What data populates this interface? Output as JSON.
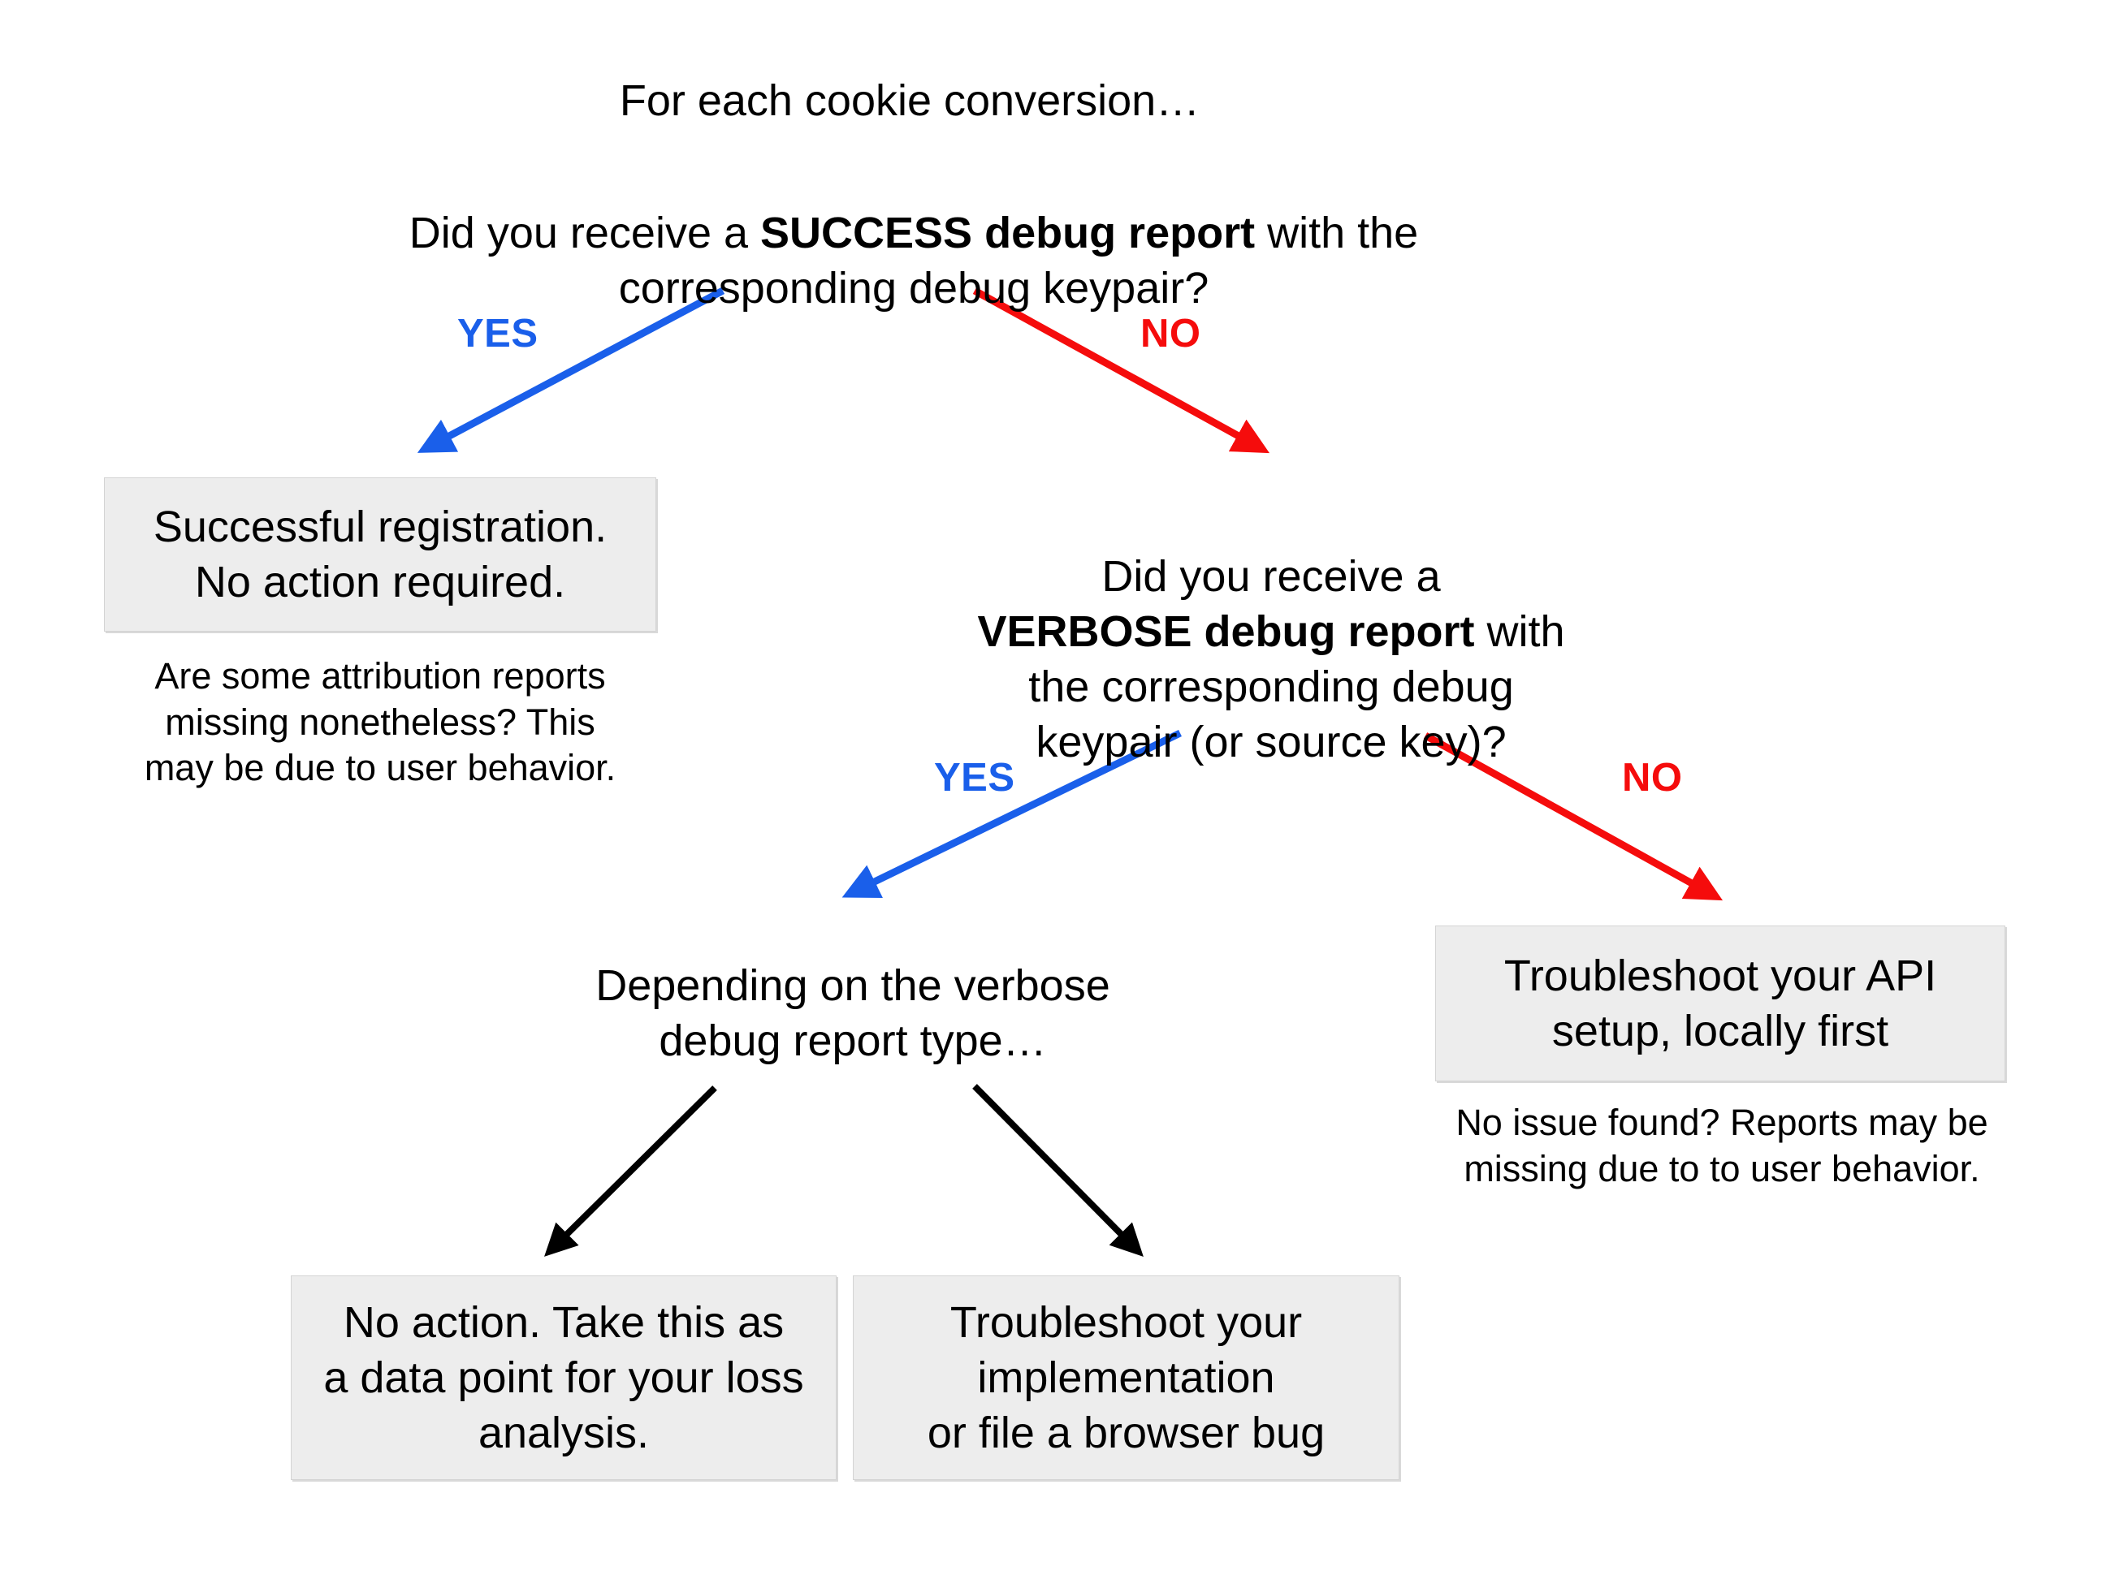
{
  "diagram": {
    "title_text": "For each cookie conversion…",
    "type": "decision-flowchart",
    "colors": {
      "yes_edge": "#1a5fea",
      "no_edge": "#f50c0c",
      "neutral_edge": "#000000",
      "box_fill": "#ededed",
      "box_border": "#d4d4d4",
      "background": "#ffffff",
      "text": "#000000"
    },
    "nodes": {
      "intro": {
        "text": "For each cookie conversion…"
      },
      "question1": {
        "text_before": "Did you receive a ",
        "bold": "SUCCESS debug report",
        "text_after": " with the\ncorresponding debug keypair?"
      },
      "success_box": {
        "text": "Successful registration.\nNo action required."
      },
      "success_note": {
        "text": "Are some attribution reports\nmissing nonetheless? This\nmay be due to user behavior."
      },
      "question2": {
        "text_before": "Did you receive a\n",
        "bold": "VERBOSE debug report",
        "text_after": " with\nthe corresponding debug\nkeypair (or source key)?"
      },
      "api_box": {
        "text": "Troubleshoot your API\nsetup, locally first"
      },
      "api_note": {
        "text": "No issue found? Reports may be\nmissing due to to user behavior."
      },
      "depending": {
        "text": "Depending on the verbose\ndebug report type…"
      },
      "no_action_box": {
        "text": "No action. Take this as\na data point for your loss\nanalysis."
      },
      "browser_bug_box": {
        "text": "Troubleshoot your\nimplementation\nor file a browser bug"
      }
    },
    "edges": [
      {
        "id": "q1-yes",
        "label": "YES",
        "color": "#1a5fea",
        "from": "question1",
        "to": "success_box"
      },
      {
        "id": "q1-no",
        "label": "NO",
        "color": "#f50c0c",
        "from": "question1",
        "to": "question2"
      },
      {
        "id": "q2-yes",
        "label": "YES",
        "color": "#1a5fea",
        "from": "question2",
        "to": "depending"
      },
      {
        "id": "q2-no",
        "label": "NO",
        "color": "#f50c0c",
        "from": "question2",
        "to": "api_box"
      },
      {
        "id": "dep-left",
        "label": "",
        "color": "#000000",
        "from": "depending",
        "to": "no_action_box"
      },
      {
        "id": "dep-right",
        "label": "",
        "color": "#000000",
        "from": "depending",
        "to": "browser_bug_box"
      }
    ]
  }
}
